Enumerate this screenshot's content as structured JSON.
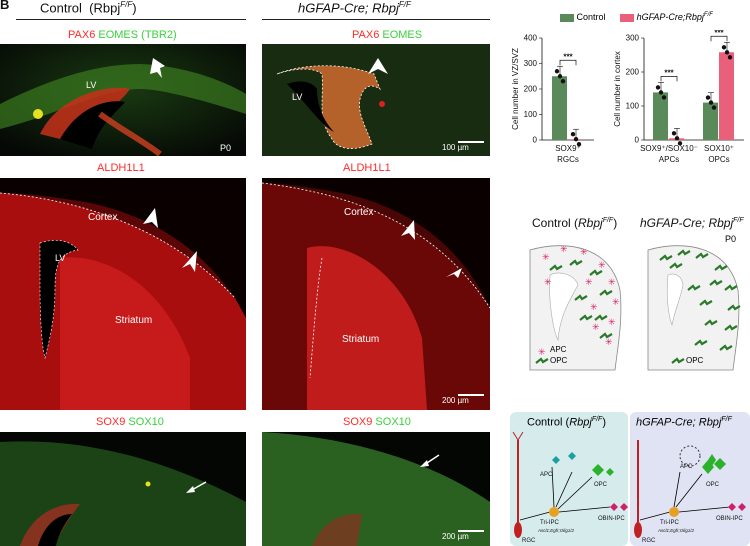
{
  "headers": {
    "panel_letter": "B",
    "control": "Control",
    "control_geno": "(Rbpj",
    "control_sup": "F/F",
    "control_close": ")",
    "mutant": "hGFAP-Cre; Rbpj",
    "mutant_sup": "F/F"
  },
  "row1": {
    "left": {
      "m1": "PAX6",
      "m2": "EOMES (TBR2)",
      "lv": "LV",
      "stage": "P0"
    },
    "right": {
      "m1": "PAX6",
      "m2": "EOMES",
      "lv": "LV",
      "scale": "100 µm"
    }
  },
  "row2": {
    "left": {
      "m1": "ALDH1L1",
      "cortex": "Cortex",
      "lv": "LV",
      "striatum": "Striatum"
    },
    "right": {
      "m1": "ALDH1L1",
      "cortex": "Cortex",
      "striatum": "Striatum",
      "scale": "200 µm"
    }
  },
  "row3": {
    "left": {
      "m1": "SOX9",
      "m2": "SOX10"
    },
    "right": {
      "m1": "SOX9",
      "m2": "SOX10",
      "scale": "200 µm"
    }
  },
  "chart_legend": {
    "control": "Control",
    "mutant": "hGFAP-Cre;Rbpj",
    "mutant_sup": "F/F"
  },
  "chart_data": [
    {
      "type": "bar",
      "ylabel": "Cell number in VZ/SVZ",
      "categories": [
        "SOX9⁺ RGCs"
      ],
      "category_lines": [
        [
          "SOX9⁺",
          "RGCs"
        ]
      ],
      "ylim": [
        0,
        400
      ],
      "yticks": [
        0,
        100,
        200,
        300,
        400
      ],
      "series": [
        {
          "name": "Control",
          "values": [
            250
          ]
        },
        {
          "name": "hGFAP-Cre;Rbpj F/F",
          "values": [
            3
          ]
        }
      ],
      "significance": [
        "***"
      ]
    },
    {
      "type": "bar",
      "ylabel": "Cell number in cortex",
      "categories": [
        "SOX9⁺/SOX10⁻ APCs",
        "SOX10⁺ OPCs"
      ],
      "category_lines": [
        [
          "SOX9⁺/SOX10⁻",
          "APCs"
        ],
        [
          "SOX10⁺",
          "OPCs"
        ]
      ],
      "ylim": [
        0,
        300
      ],
      "yticks": [
        0,
        100,
        200,
        300
      ],
      "series": [
        {
          "name": "Control",
          "values": [
            140,
            110
          ]
        },
        {
          "name": "hGFAP-Cre;Rbpj F/F",
          "values": [
            5,
            258
          ]
        }
      ],
      "significance": [
        "***",
        "***"
      ]
    }
  ],
  "schematic1": {
    "left_title": "Control (",
    "left_title_geno": "Rbpj",
    "left_sup": "F/F",
    "left_close": ")",
    "right_title": "hGFAP-Cre; Rbpj",
    "right_sup": "F/F",
    "stage": "P0",
    "legend_apc": "APC",
    "legend_opc": "OPC",
    "right_opc": "OPC"
  },
  "schematic2": {
    "left_title": "Control (",
    "left_title_geno": "Rbpj",
    "left_sup": "F/F",
    "left_close": ")",
    "right_title": "hGFAP-Cre; Rbpj",
    "right_sup": "F/F",
    "apc": "APC",
    "opc": "OPC",
    "obin": "OBIN-IPC",
    "tri": "Tri-IPC",
    "tri_genes": "Ascl1;Egfr;Olig1/2",
    "rgc": "RGC"
  },
  "colors": {
    "control": "#5a8a5a",
    "mutant": "#e8607a",
    "marker_red": "#ff2a2a",
    "marker_green": "#3ad13a"
  }
}
